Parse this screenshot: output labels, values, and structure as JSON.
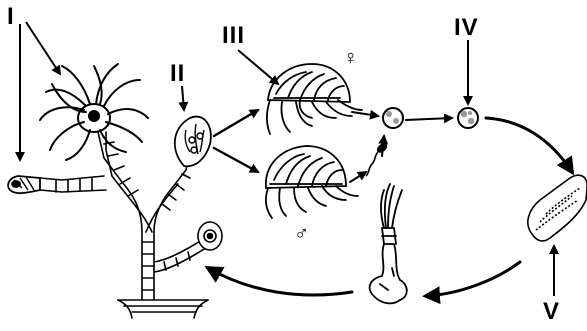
{
  "labels": {
    "I": "I",
    "II": "II",
    "III": "III",
    "IV": "IV",
    "V": "V"
  },
  "symbols": {
    "female": "♀",
    "male": "♂"
  },
  "colors": {
    "ink": "#000000",
    "background": "#ffffff",
    "shade": "#9a9a9a"
  }
}
